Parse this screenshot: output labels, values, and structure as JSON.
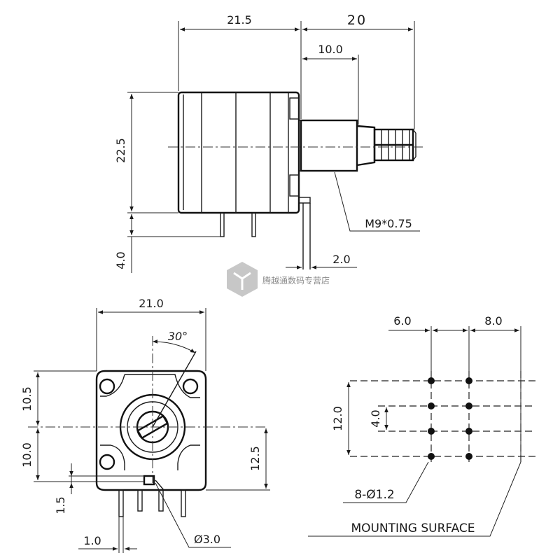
{
  "top_view": {
    "dim_body_length": "21.5",
    "dim_shaft_total": "20",
    "dim_thread_length": "10.0",
    "dim_height": "22.5",
    "dim_pin_length": "4.0",
    "dim_pin_offset": "2.0",
    "thread_spec": "M9*0.75"
  },
  "watermark": {
    "text": "腾越通数码专营店"
  },
  "front_view": {
    "dim_width": "21.0",
    "dim_angle": "30°",
    "dim_upper": "10.5",
    "dim_lower": "10.0",
    "dim_right": "12.5",
    "dim_tab": "1.5",
    "dim_pin_width": "1.0",
    "dim_tab_diameter": "Ø3.0"
  },
  "hole_layout": {
    "dim_col_spacing_1": "6.0",
    "dim_col_spacing_2": "8.0",
    "dim_total_height": "12.0",
    "dim_row_pitch": "4.0",
    "hole_spec": "8-Ø1.2",
    "surface_label": "MOUNTING SURFACE"
  }
}
